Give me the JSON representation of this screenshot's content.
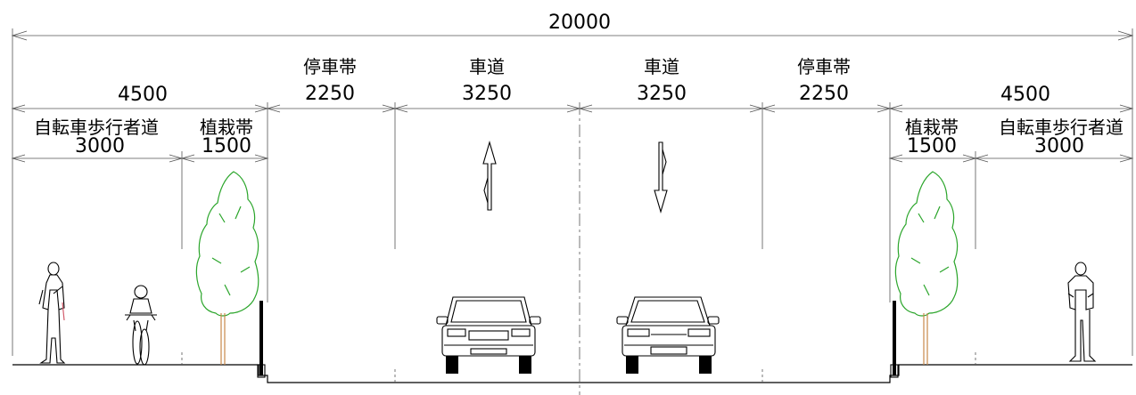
{
  "total": {
    "value": "20000"
  },
  "left": {
    "side_width": "4500",
    "sidewalk": {
      "name": "自転車歩行者道",
      "width": "3000"
    },
    "planting": {
      "name": "植栽帯",
      "width": "1500"
    },
    "parking": {
      "name": "停車帯",
      "width": "2250"
    },
    "lane": {
      "name": "車道",
      "width": "3250"
    }
  },
  "right": {
    "side_width": "4500",
    "sidewalk": {
      "name": "自転車歩行者道",
      "width": "3000"
    },
    "planting": {
      "name": "植栽帯",
      "width": "1500"
    },
    "parking": {
      "name": "停車帯",
      "width": "2250"
    },
    "lane": {
      "name": "車道",
      "width": "3250"
    }
  },
  "colors": {
    "line": "#000000",
    "tree": "#2aa52a",
    "trunk": "#c8884a",
    "dim": "#555555"
  }
}
